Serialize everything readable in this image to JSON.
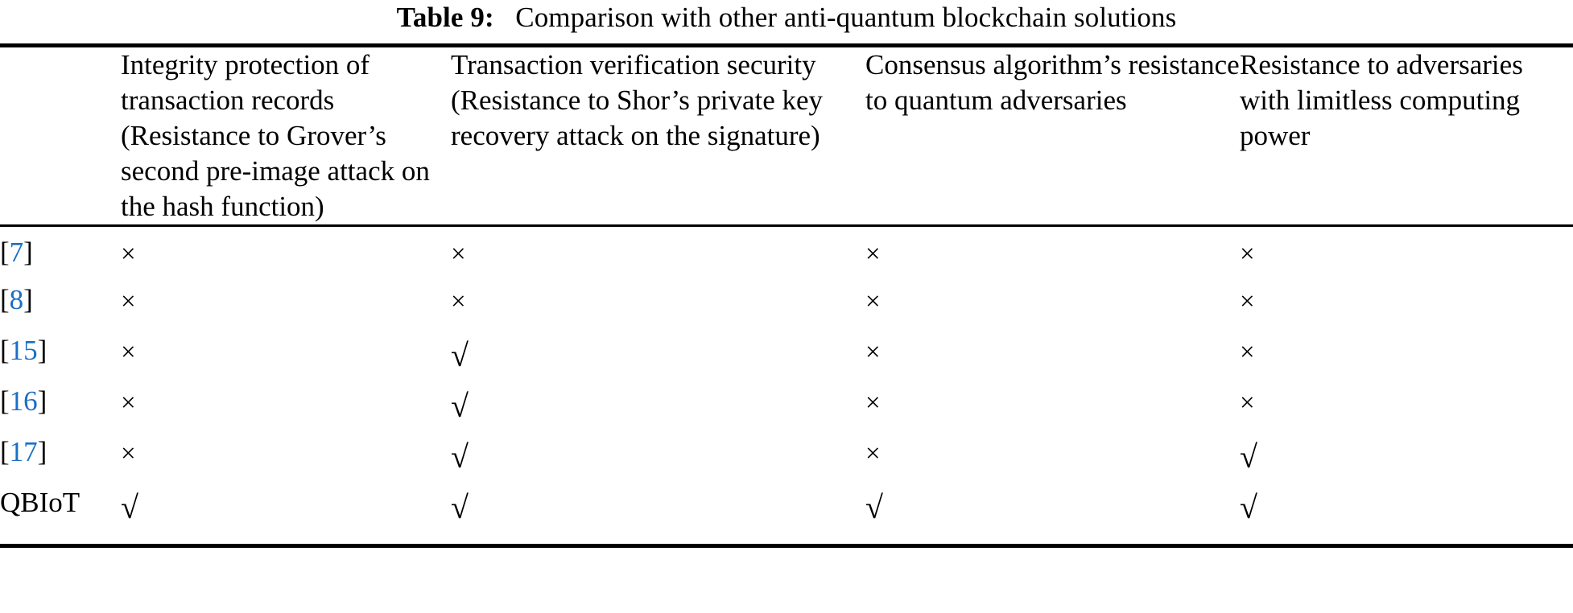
{
  "caption": {
    "label": "Table 9:",
    "text": "Comparison with other anti-quantum blockchain solutions"
  },
  "colors": {
    "reference_link": "#1a6fc4",
    "rule": "#000000",
    "text": "#000000",
    "background": "#ffffff"
  },
  "symbols": {
    "cross": "×",
    "check": "√",
    "cross_name": "cross-mark-not-supported",
    "check_name": "check-mark-supported"
  },
  "table": {
    "columns": [
      {
        "key": "ref",
        "header": ""
      },
      {
        "key": "integrity",
        "header": "Integrity protection of transaction records (Resistance to Grover’s second pre-image attack on the hash function)"
      },
      {
        "key": "txverify",
        "header": "Transaction verification security (Resistance to Shor’s private key recovery attack on the signature)"
      },
      {
        "key": "consensus",
        "header": "Consensus algorithm’s resistance to quantum adversaries"
      },
      {
        "key": "limitless",
        "header": "Resistance to adversaries with limitless computing power"
      }
    ],
    "rows": [
      {
        "ref_open": "[",
        "ref_num": "7",
        "ref_close": "]",
        "is_link": true,
        "cells": [
          "×",
          "×",
          "×",
          "×"
        ]
      },
      {
        "ref_open": "[",
        "ref_num": "8",
        "ref_close": "]",
        "is_link": true,
        "cells": [
          "×",
          "×",
          "×",
          "×"
        ]
      },
      {
        "ref_open": "[",
        "ref_num": "15",
        "ref_close": "]",
        "is_link": true,
        "cells": [
          "×",
          "√",
          "×",
          "×"
        ]
      },
      {
        "ref_open": "[",
        "ref_num": "16",
        "ref_close": "]",
        "is_link": true,
        "cells": [
          "×",
          "√",
          "×",
          "×"
        ]
      },
      {
        "ref_open": "[",
        "ref_num": "17",
        "ref_close": "]",
        "is_link": true,
        "cells": [
          "×",
          "√",
          "×",
          "√"
        ]
      },
      {
        "ref_open": "",
        "ref_num": "QBIoT",
        "ref_close": "",
        "is_link": false,
        "cells": [
          "√",
          "√",
          "√",
          "√"
        ]
      }
    ]
  }
}
